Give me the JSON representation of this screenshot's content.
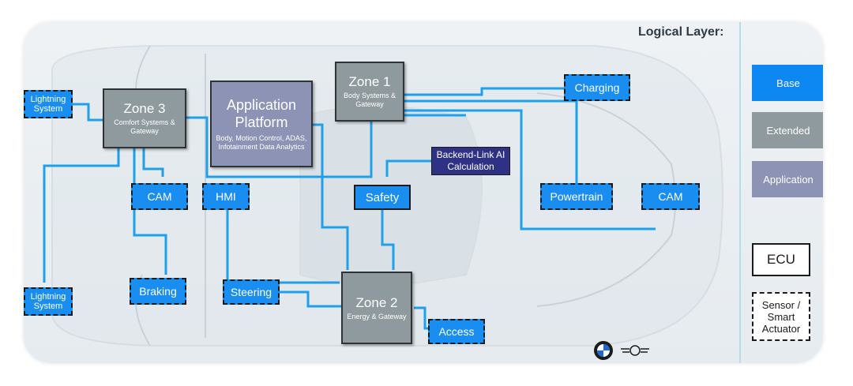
{
  "legend": {
    "title": "Logical Layer:",
    "base": "Base",
    "extended": "Extended",
    "application": "Application",
    "ecu": "ECU",
    "sensor": "Sensor / Smart Actuator",
    "colors": {
      "base": "#0d87f2",
      "extended": "#8e9a9e",
      "application": "#8c93b4",
      "navy": "#2f3185"
    }
  },
  "zones": {
    "zone1": {
      "title": "Zone 1",
      "subtitle": "Body Systems & Gateway"
    },
    "zone2": {
      "title": "Zone 2",
      "subtitle": "Energy & Gateway"
    },
    "zone3": {
      "title": "Zone 3",
      "subtitle": "Comfort Systems & Gateway"
    }
  },
  "app_platform": {
    "title": "Application Platform",
    "subtitle": "Body, Motion Control, ADAS, Infotainment Data Analytics"
  },
  "backend": {
    "label": "Backend-Link AI Calculation"
  },
  "ecus": {
    "safety": "Safety",
    "hmi": "HMI"
  },
  "sensors": {
    "lightning_top": "Lightning System",
    "lightning_bottom": "Lightning System",
    "cam_left": "CAM",
    "braking": "Braking",
    "steering": "Steering",
    "access": "Access",
    "charging": "Charging",
    "powertrain": "Powertrain",
    "cam_right": "CAM"
  },
  "logos": [
    "bmw-logo-icon",
    "mini-logo-icon"
  ]
}
